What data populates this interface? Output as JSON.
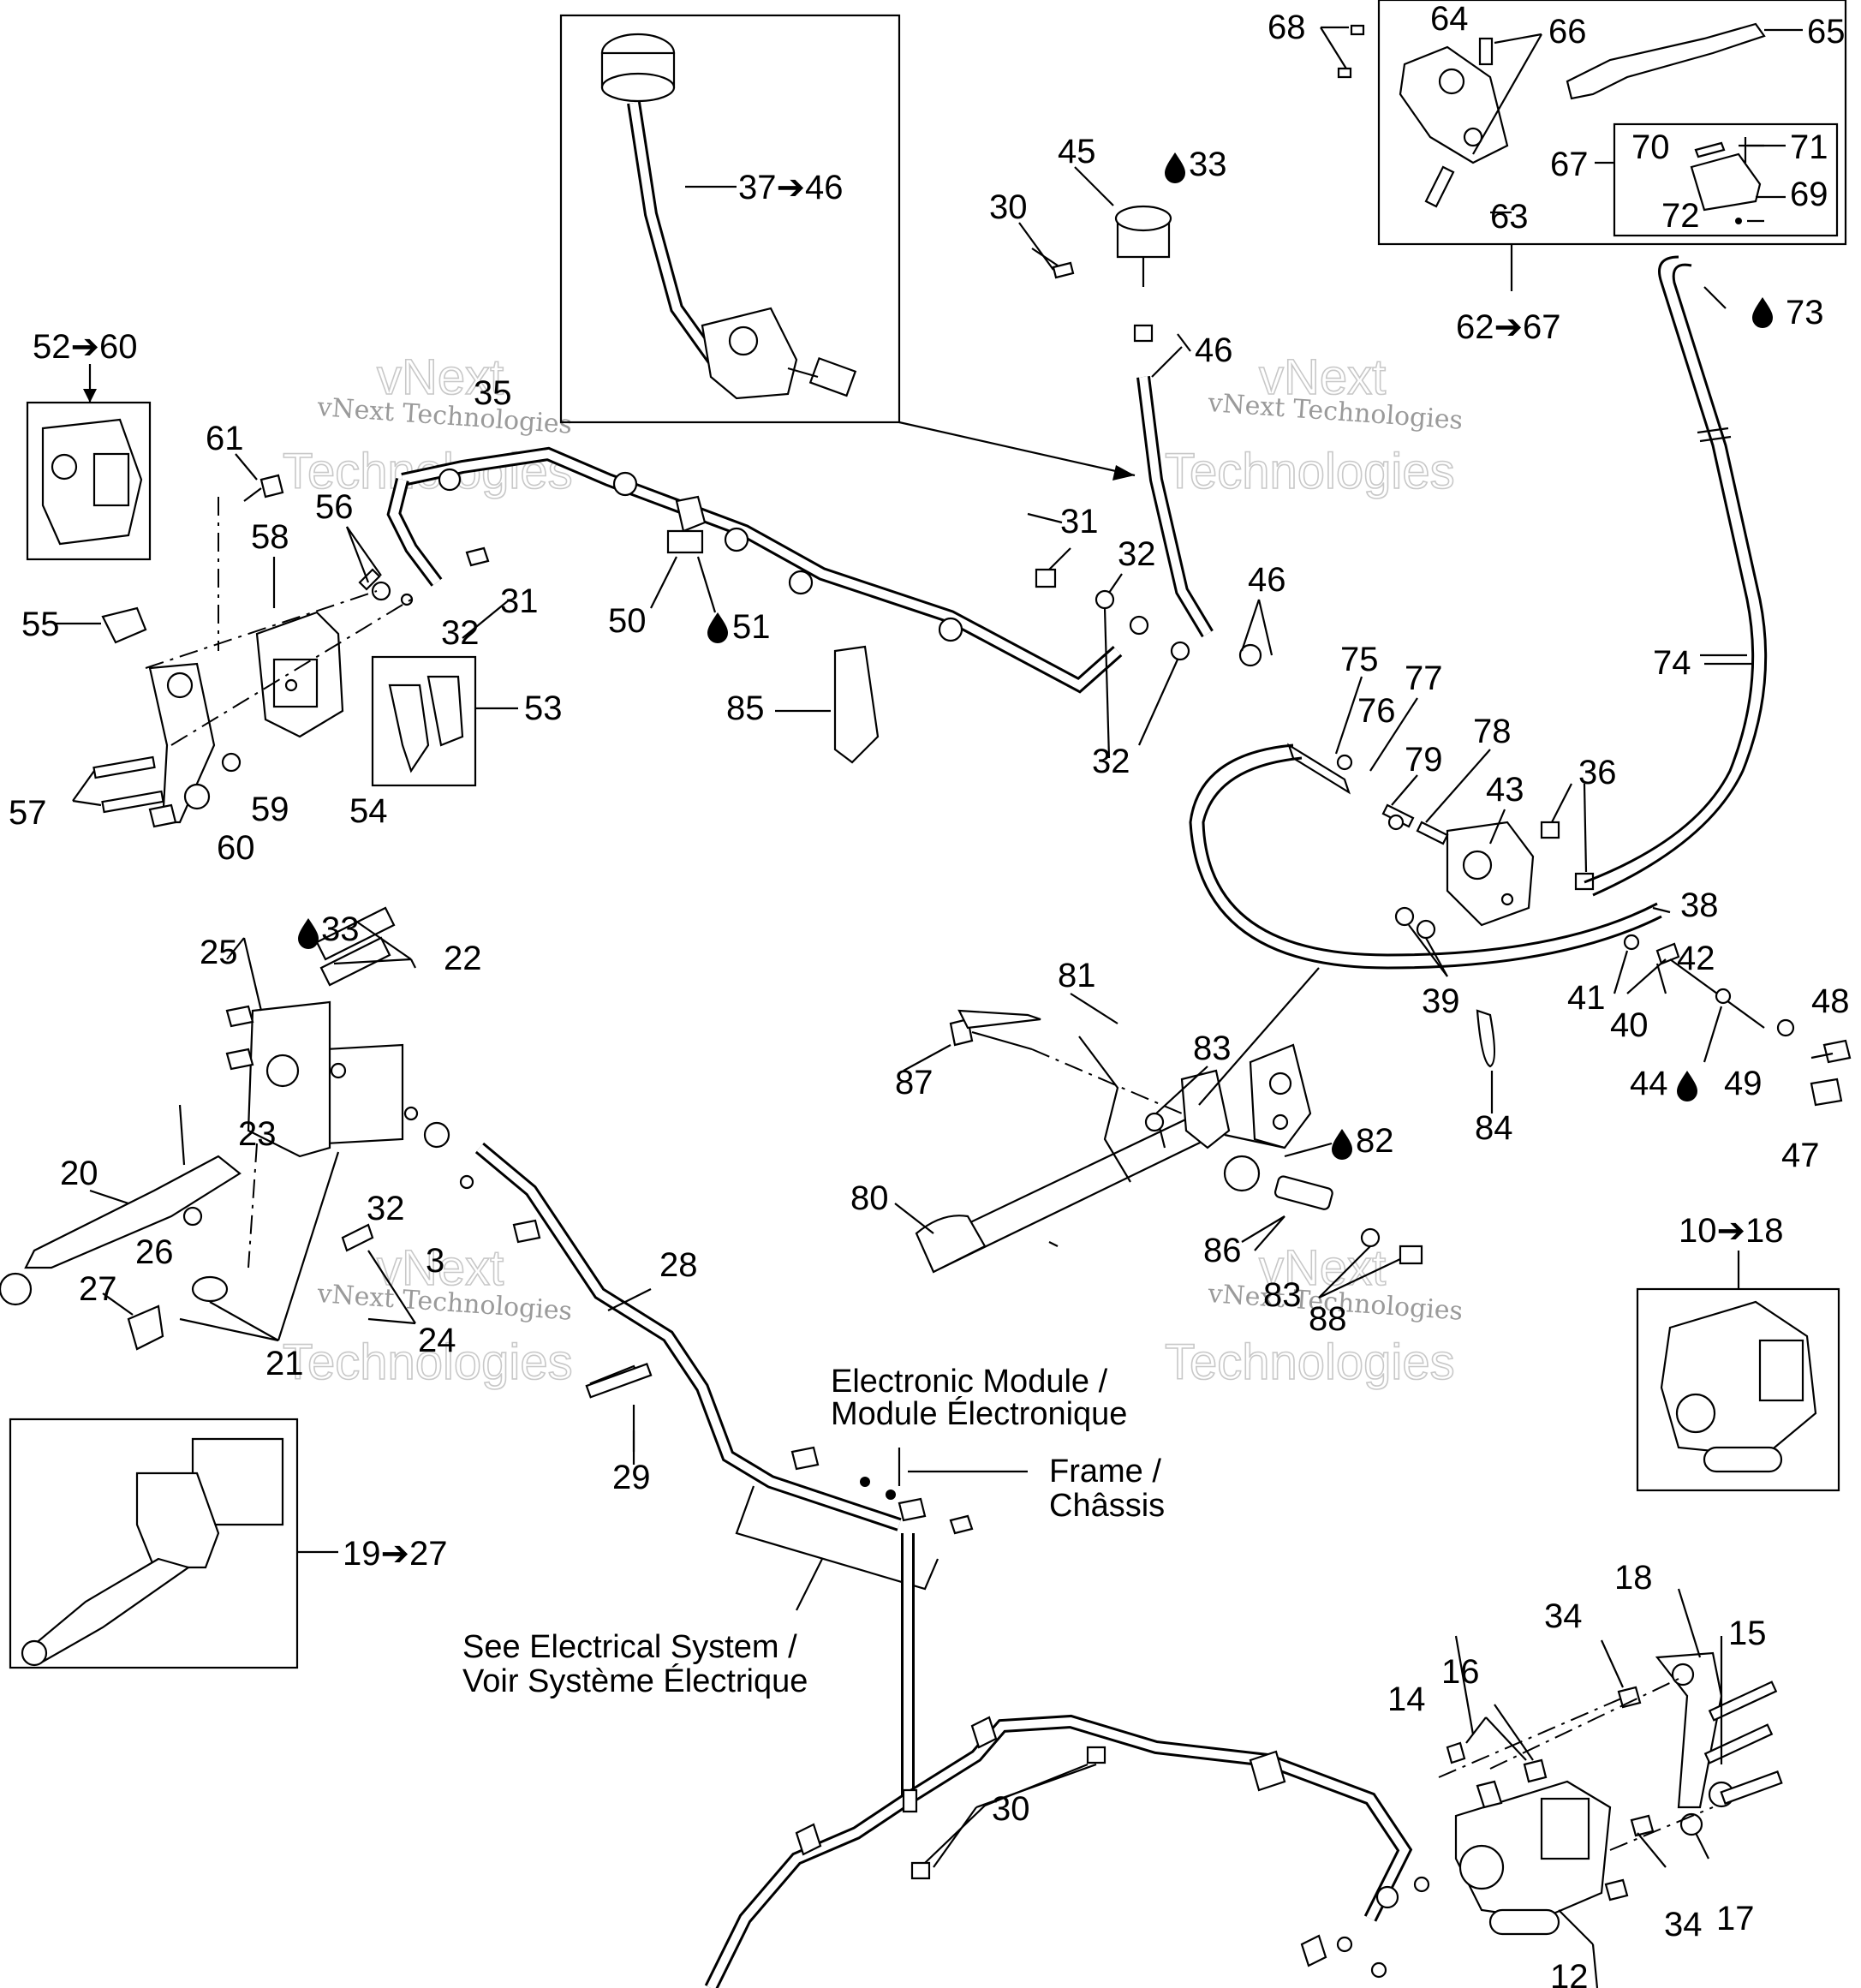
{
  "watermark": {
    "company": "vNext Technologies",
    "word1": "vNext",
    "word2": "Technologies"
  },
  "callouts": {
    "c10_18": "10➔18",
    "c12": "12",
    "c14": "14",
    "c15": "15",
    "c16": "16",
    "c17": "17",
    "c18": "18",
    "c19_27": "19➔27",
    "c20": "20",
    "c21": "21",
    "c22": "22",
    "c23": "23",
    "c24": "24",
    "c25": "25",
    "c26": "26",
    "c27": "27",
    "c28": "28",
    "c29": "29",
    "c30a": "30",
    "c30b": "30",
    "c31a": "31",
    "c31b": "31",
    "c32a": "32",
    "c32b": "32",
    "c32c": "32",
    "c32d": "32",
    "c33a": "33",
    "c33b": "33",
    "c34a": "34",
    "c34b": "34",
    "c35": "35",
    "c36": "36",
    "c37_46": "37➔46",
    "c38": "38",
    "c39": "39",
    "c40": "40",
    "c41": "41",
    "c42": "42",
    "c43": "43",
    "c44": "44",
    "c45": "45",
    "c46a": "46",
    "c46b": "46",
    "c47": "47",
    "c48": "48",
    "c49": "49",
    "c50": "50",
    "c51": "51",
    "c52_60": "52➔60",
    "c53": "53",
    "c54": "54",
    "c55": "55",
    "c56": "56",
    "c57": "57",
    "c58": "58",
    "c59": "59",
    "c60": "60",
    "c61": "61",
    "c62_67": "62➔67",
    "c63": "63",
    "c64": "64",
    "c65": "65",
    "c66": "66",
    "c67": "67",
    "c68": "68",
    "c69": "69",
    "c70": "70",
    "c71": "71",
    "c72": "72",
    "c73": "73",
    "c74": "74",
    "c75": "75",
    "c76": "76",
    "c77": "77",
    "c78": "78",
    "c79": "79",
    "c80": "80",
    "c81": "81",
    "c82": "82",
    "c83a": "83",
    "c83b": "83",
    "c84": "84",
    "c85": "85",
    "c86": "86",
    "c87": "87",
    "c88": "88",
    "c3": "3"
  },
  "notes": {
    "electronic_module_en": "Electronic Module /",
    "electronic_module_fr": "Module Électronique",
    "frame_en": "Frame /",
    "frame_fr": "Châssis",
    "see_electrical_en": "See Electrical System /",
    "see_electrical_fr": "Voir Système Électrique"
  },
  "icons": {
    "fluid_drop": "fluid-drop-icon",
    "range_arrow": "range-arrow"
  }
}
